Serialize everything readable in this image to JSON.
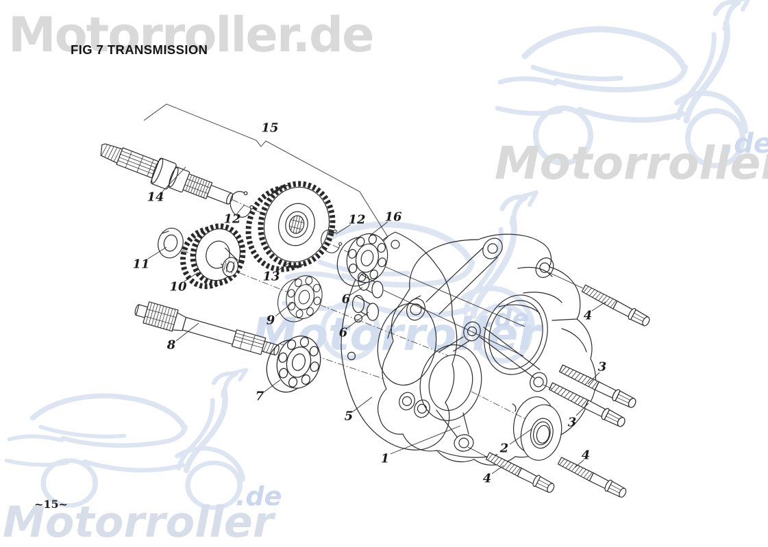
{
  "figure": {
    "title": "FIG 7 TRANSMISSION",
    "page_number": "~15~"
  },
  "watermark": {
    "brand_full": "Motorroller.de",
    "brand": "Motorroller",
    "suffix": ".de",
    "colors": {
      "text_grey": "#d9d9d9",
      "scooter_blue": "#dee5f2",
      "text_blue": "#d2ddef",
      "suffix_blue": "#ccd9ee"
    }
  },
  "diagram": {
    "kind": "exploded-parts-drawing",
    "ink_color": "#2a2a2a",
    "callouts": [
      {
        "number": "15"
      },
      {
        "number": "14"
      },
      {
        "number": "12"
      },
      {
        "number": "13"
      },
      {
        "number": "11"
      },
      {
        "number": "10"
      },
      {
        "number": "12"
      },
      {
        "number": "16"
      },
      {
        "number": "6"
      },
      {
        "number": "6"
      },
      {
        "number": "9"
      },
      {
        "number": "8"
      },
      {
        "number": "7"
      },
      {
        "number": "5"
      },
      {
        "number": "1"
      },
      {
        "number": "2"
      },
      {
        "number": "3"
      },
      {
        "number": "3"
      },
      {
        "number": "4"
      },
      {
        "number": "4"
      },
      {
        "number": "4"
      }
    ]
  }
}
